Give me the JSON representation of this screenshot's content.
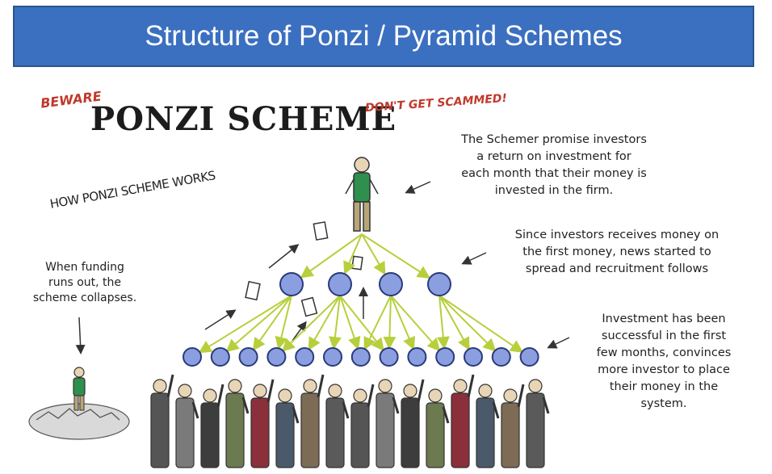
{
  "title": "Structure of Ponzi / Pyramid Schemes",
  "beware": "BEWARE",
  "headline": "PONZI SCHEME",
  "dont_get_scammed": "DON'T GET SCAMMED!",
  "how_it_works": "HOW PONZI SCHEME WORKS",
  "notes": {
    "schemer": [
      "The Schemer promise investors",
      "a return on investment for",
      "each month that their money is",
      "invested in the firm."
    ],
    "recruitment": [
      "Since investors receives money on",
      "the first money, news started to",
      "spread and recruitment follows"
    ],
    "success": [
      "Investment has been",
      "successful in the first",
      "few months, convinces",
      "more investor to place",
      "their money in the",
      "system."
    ],
    "collapse": [
      "When funding",
      "runs out, the",
      "scheme collapses."
    ]
  },
  "colors": {
    "title_bg": "#3b6fc0",
    "node_fill": "#8a9ee0",
    "node_stroke": "#2a3a7a",
    "arrow": "#b7cf3c",
    "red_text": "#c0392b"
  },
  "pyramid": {
    "levels": [
      1,
      4,
      13
    ]
  }
}
